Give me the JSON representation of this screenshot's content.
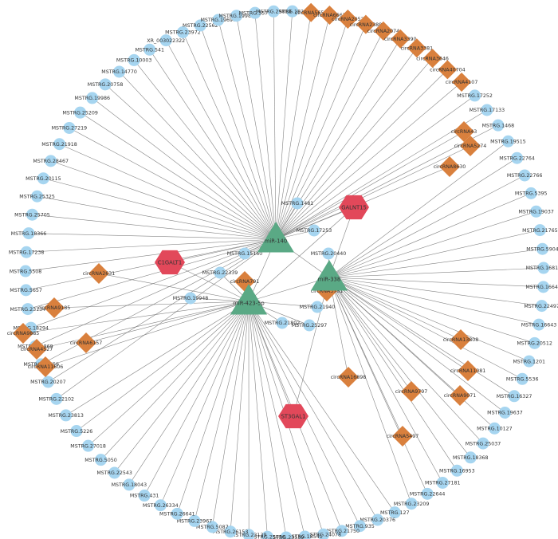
{
  "legend_colors": {
    "mRNA": "#a6d5f0",
    "circRNA": "#d9803d",
    "miRNA": "#5aa985",
    "target": "#e2485a",
    "edge": "#6e6e6e"
  },
  "nodes": {
    "hubs": [
      {
        "id": "miR-140",
        "label": "miR-140"
      },
      {
        "id": "miR-338",
        "label": "miR-338"
      },
      {
        "id": "miR-423-5p",
        "label": "miR-423-5p"
      }
    ],
    "targets": [
      {
        "id": "GALNT15",
        "label": "GALNT15"
      },
      {
        "id": "C1GALT1",
        "label": "C1GALT1"
      },
      {
        "id": "ST3GAL1",
        "label": "ST3GAL1"
      }
    ],
    "inner_mrna": [
      {
        "id": "MSTRG.1481",
        "label": "MSTRG.1481",
        "hub": "miR-140"
      },
      {
        "id": "MSTRG.17253",
        "label": "MSTRG.17253",
        "hub": "miR-140"
      },
      {
        "id": "MSTRG.15160",
        "label": "MSTRG.15160",
        "hub": "miR-140"
      },
      {
        "id": "MSTRG.20440",
        "label": "MSTRG.20440",
        "hub": "miR-338"
      },
      {
        "id": "MSTRG.22339",
        "label": "MSTRG.22339",
        "hub": "miR-423-5p"
      },
      {
        "id": "MSTRG.19948",
        "label": "MSTRG.19948",
        "hub": "miR-423-5p"
      },
      {
        "id": "MSTRG.21940",
        "label": "MSTRG.21940",
        "hub": "miR-423-5p"
      },
      {
        "id": "MSTRG.21802",
        "label": "MSTRG.21802",
        "hub": "miR-423-5p"
      },
      {
        "id": "MSTRG.25297",
        "label": "MSTRG.25297",
        "hub": "miR-423-5p"
      }
    ],
    "inner_circ": [
      {
        "id": "circRNA2631",
        "label": "circRNA2631",
        "hub": "miR-423-5p"
      },
      {
        "id": "circRNA791",
        "label": "circRNA791",
        "hub": "miR-423-5p"
      },
      {
        "id": "circRNA3781",
        "label": "circRNA3781",
        "hub": "miR-338"
      },
      {
        "id": "circRNA9185",
        "label": "circRNA9185",
        "hub": "miR-423-5p"
      },
      {
        "id": "circRNA9885",
        "label": "circRNA9885",
        "hub": "miR-423-5p"
      },
      {
        "id": "circRNA4527",
        "label": "circRNA4527",
        "hub": "miR-423-5p"
      },
      {
        "id": "circRNA11606",
        "label": "circRNA11606",
        "hub": "miR-423-5p"
      },
      {
        "id": "circRNA6157",
        "label": "circRNA6157",
        "hub": "miR-423-5p"
      },
      {
        "id": "circRNA16898",
        "label": "circRNA16898",
        "hub": "miR-338"
      },
      {
        "id": "circRNA9797",
        "label": "circRNA9797",
        "hub": "miR-338"
      },
      {
        "id": "circRNA5497",
        "label": "circRNA5497",
        "hub": "miR-338"
      },
      {
        "id": "circRNA9071",
        "label": "circRNA9071",
        "hub": "miR-338"
      },
      {
        "id": "circRNA11081",
        "label": "circRNA11081",
        "hub": "miR-338"
      },
      {
        "id": "circRNA13808",
        "label": "circRNA13808",
        "hub": "miR-338"
      },
      {
        "id": "circRNA8630",
        "label": "circRNA8630",
        "hub": "miR-140"
      },
      {
        "id": "circRNA5274",
        "label": "circRNA5274",
        "hub": "miR-140"
      },
      {
        "id": "circRNA43",
        "label": "circRNA43",
        "hub": "miR-140"
      }
    ],
    "ring": [
      {
        "label": "MSTRG.18239",
        "type": "mRNA",
        "hub": "miR-140"
      },
      {
        "label": "circRNA5654",
        "type": "circRNA",
        "hub": "miR-140"
      },
      {
        "label": "circRNA6663",
        "type": "circRNA",
        "hub": "miR-140"
      },
      {
        "label": "circRNA2052",
        "type": "circRNA",
        "hub": "miR-140"
      },
      {
        "label": "circRNA2388",
        "type": "circRNA",
        "hub": "miR-140"
      },
      {
        "label": "circRNA2074",
        "type": "circRNA",
        "hub": "miR-140"
      },
      {
        "label": "circRNA3390",
        "type": "circRNA",
        "hub": "miR-140"
      },
      {
        "label": "circRNA3381",
        "type": "circRNA",
        "hub": "miR-140"
      },
      {
        "label": "circRNA3646",
        "type": "circRNA",
        "hub": "miR-140"
      },
      {
        "label": "circRNA40704",
        "type": "circRNA",
        "hub": "miR-140"
      },
      {
        "label": "circRNA4107",
        "type": "circRNA",
        "hub": "miR-140"
      },
      {
        "label": "MSTRG.17252",
        "type": "mRNA",
        "hub": "miR-140"
      },
      {
        "label": "MSTRG.17133",
        "type": "mRNA",
        "hub": "miR-140"
      },
      {
        "label": "MSTRG.1468",
        "type": "mRNA",
        "hub": "miR-140"
      },
      {
        "label": "MSTRG.19515",
        "type": "mRNA",
        "hub": "miR-338"
      },
      {
        "label": "MSTRG.22764",
        "type": "mRNA",
        "hub": "miR-338"
      },
      {
        "label": "MSTRG.22766",
        "type": "mRNA",
        "hub": "miR-338"
      },
      {
        "label": "MSTRG.5395",
        "type": "mRNA",
        "hub": "miR-338"
      },
      {
        "label": "MSTRG.19037",
        "type": "mRNA",
        "hub": "miR-338"
      },
      {
        "label": "MSTRG.21765",
        "type": "mRNA",
        "hub": "miR-338"
      },
      {
        "label": "MSTRG.5904",
        "type": "mRNA",
        "hub": "miR-338"
      },
      {
        "label": "MSTRG.16812",
        "type": "mRNA",
        "hub": "miR-338"
      },
      {
        "label": "MSTRG.16642",
        "type": "mRNA",
        "hub": "miR-338"
      },
      {
        "label": "MSTRG.22497",
        "type": "mRNA",
        "hub": "miR-338"
      },
      {
        "label": "MSTRG.16643",
        "type": "mRNA",
        "hub": "miR-338"
      },
      {
        "label": "MSTRG.20512",
        "type": "mRNA",
        "hub": "miR-338"
      },
      {
        "label": "MSTRG.1201",
        "type": "mRNA",
        "hub": "miR-338"
      },
      {
        "label": "MSTRG.5536",
        "type": "mRNA",
        "hub": "miR-338"
      },
      {
        "label": "MSTRG.16327",
        "type": "mRNA",
        "hub": "miR-338"
      },
      {
        "label": "MSTRG.19637",
        "type": "mRNA",
        "hub": "miR-338"
      },
      {
        "label": "MSTRG.10127",
        "type": "mRNA",
        "hub": "miR-338"
      },
      {
        "label": "MSTRG.25037",
        "type": "mRNA",
        "hub": "miR-338"
      },
      {
        "label": "MSTRG.18368",
        "type": "mRNA",
        "hub": "miR-338"
      },
      {
        "label": "MSTRG.16953",
        "type": "mRNA",
        "hub": "miR-338"
      },
      {
        "label": "MSTRG.27181",
        "type": "mRNA",
        "hub": "miR-338"
      },
      {
        "label": "MSTRG.22644",
        "type": "mRNA",
        "hub": "miR-338"
      },
      {
        "label": "MSTRG.23209",
        "type": "mRNA",
        "hub": "miR-338"
      },
      {
        "label": "MSTRG.127",
        "type": "mRNA",
        "hub": "miR-423-5p"
      },
      {
        "label": "MSTRG.20376",
        "type": "mRNA",
        "hub": "miR-423-5p"
      },
      {
        "label": "MSTRG.935",
        "type": "mRNA",
        "hub": "miR-423-5p"
      },
      {
        "label": "MSTRG.21750",
        "type": "mRNA",
        "hub": "miR-423-5p"
      },
      {
        "label": "MSTRG.24078",
        "type": "mRNA",
        "hub": "miR-423-5p"
      },
      {
        "label": "MSTRG.18541",
        "type": "mRNA",
        "hub": "miR-423-5p"
      },
      {
        "label": "MSTRG.23539",
        "type": "mRNA",
        "hub": "miR-423-5p"
      },
      {
        "label": "MSTRG.25056",
        "type": "mRNA",
        "hub": "miR-423-5p"
      },
      {
        "label": "MSTRG.23139",
        "type": "mRNA",
        "hub": "miR-423-5p"
      },
      {
        "label": "MSTRG.26153",
        "type": "mRNA",
        "hub": "miR-423-5p"
      },
      {
        "label": "MSTRG.5087",
        "type": "mRNA",
        "hub": "miR-423-5p"
      },
      {
        "label": "MSTRG.23967",
        "type": "mRNA",
        "hub": "miR-423-5p"
      },
      {
        "label": "MSTRG.26641",
        "type": "mRNA",
        "hub": "miR-423-5p"
      },
      {
        "label": "MSTRG.26334",
        "type": "mRNA",
        "hub": "miR-423-5p"
      },
      {
        "label": "MSTRG.431",
        "type": "mRNA",
        "hub": "miR-423-5p"
      },
      {
        "label": "MSTRG.18043",
        "type": "mRNA",
        "hub": "miR-423-5p"
      },
      {
        "label": "MSTRG.22543",
        "type": "mRNA",
        "hub": "miR-423-5p"
      },
      {
        "label": "MSTRG.5050",
        "type": "mRNA",
        "hub": "miR-423-5p"
      },
      {
        "label": "MSTRG.27018",
        "type": "mRNA",
        "hub": "miR-423-5p"
      },
      {
        "label": "MSTRG.5226",
        "type": "mRNA",
        "hub": "miR-423-5p"
      },
      {
        "label": "MSTRG.23813",
        "type": "mRNA",
        "hub": "miR-423-5p"
      },
      {
        "label": "MSTRG.22102",
        "type": "mRNA",
        "hub": "miR-140"
      },
      {
        "label": "MSTRG.20207",
        "type": "mRNA",
        "hub": "miR-140"
      },
      {
        "label": "MSTRG.26759",
        "type": "mRNA",
        "hub": "miR-140"
      },
      {
        "label": "MSTRG.14869",
        "type": "mRNA",
        "hub": "miR-140"
      },
      {
        "label": "MSTRG.18294",
        "type": "mRNA",
        "hub": "miR-140"
      },
      {
        "label": "MSTRG.23134",
        "type": "mRNA",
        "hub": "miR-140"
      },
      {
        "label": "MSTRG.5657",
        "type": "mRNA",
        "hub": "miR-140"
      },
      {
        "label": "MSTRG.5508",
        "type": "mRNA",
        "hub": "miR-140"
      },
      {
        "label": "MSTRG.17238",
        "type": "mRNA",
        "hub": "miR-140"
      },
      {
        "label": "MSTRG.18366",
        "type": "mRNA",
        "hub": "miR-140"
      },
      {
        "label": "MSTRG.25705",
        "type": "mRNA",
        "hub": "miR-140"
      },
      {
        "label": "MSTRG.25325",
        "type": "mRNA",
        "hub": "miR-140"
      },
      {
        "label": "MSTRG.20115",
        "type": "mRNA",
        "hub": "miR-140"
      },
      {
        "label": "MSTRG.28467",
        "type": "mRNA",
        "hub": "miR-140"
      },
      {
        "label": "MSTRG.21918",
        "type": "mRNA",
        "hub": "miR-140"
      },
      {
        "label": "MSTRG.27219",
        "type": "mRNA",
        "hub": "miR-140"
      },
      {
        "label": "MSTRG.25209",
        "type": "mRNA",
        "hub": "miR-140"
      },
      {
        "label": "MSTRG.19986",
        "type": "mRNA",
        "hub": "miR-140"
      },
      {
        "label": "MSTRG.20758",
        "type": "mRNA",
        "hub": "miR-140"
      },
      {
        "label": "MSTRG.14770",
        "type": "mRNA",
        "hub": "miR-140"
      },
      {
        "label": "MSTRG.10003",
        "type": "mRNA",
        "hub": "miR-140"
      },
      {
        "label": "MSTRG.541",
        "type": "mRNA",
        "hub": "miR-140"
      },
      {
        "label": "XR_003022322",
        "type": "mRNA",
        "hub": "miR-140"
      },
      {
        "label": "MSTRG.23972",
        "type": "mRNA",
        "hub": "miR-140"
      },
      {
        "label": "MSTRG.22562",
        "type": "mRNA",
        "hub": "miR-140"
      },
      {
        "label": "MSTRG.19697",
        "type": "mRNA",
        "hub": "miR-140"
      },
      {
        "label": "MSTRG.19987",
        "type": "mRNA",
        "hub": "miR-140"
      },
      {
        "label": "MSTRG.3577",
        "type": "mRNA",
        "hub": "miR-140"
      },
      {
        "label": "MSTRG.29818",
        "type": "mRNA",
        "hub": "miR-140"
      }
    ]
  },
  "extra_edges": [
    [
      "miR-140",
      "miR-338"
    ],
    [
      "miR-140",
      "miR-423-5p"
    ],
    [
      "miR-338",
      "miR-423-5p"
    ],
    [
      "GALNT15",
      "miR-140"
    ],
    [
      "GALNT15",
      "miR-338"
    ],
    [
      "GALNT15",
      "miR-423-5p"
    ],
    [
      "C1GALT1",
      "miR-140"
    ],
    [
      "C1GALT1",
      "miR-423-5p"
    ],
    [
      "ST3GAL1",
      "miR-423-5p"
    ],
    [
      "ST3GAL1",
      "miR-338"
    ]
  ]
}
